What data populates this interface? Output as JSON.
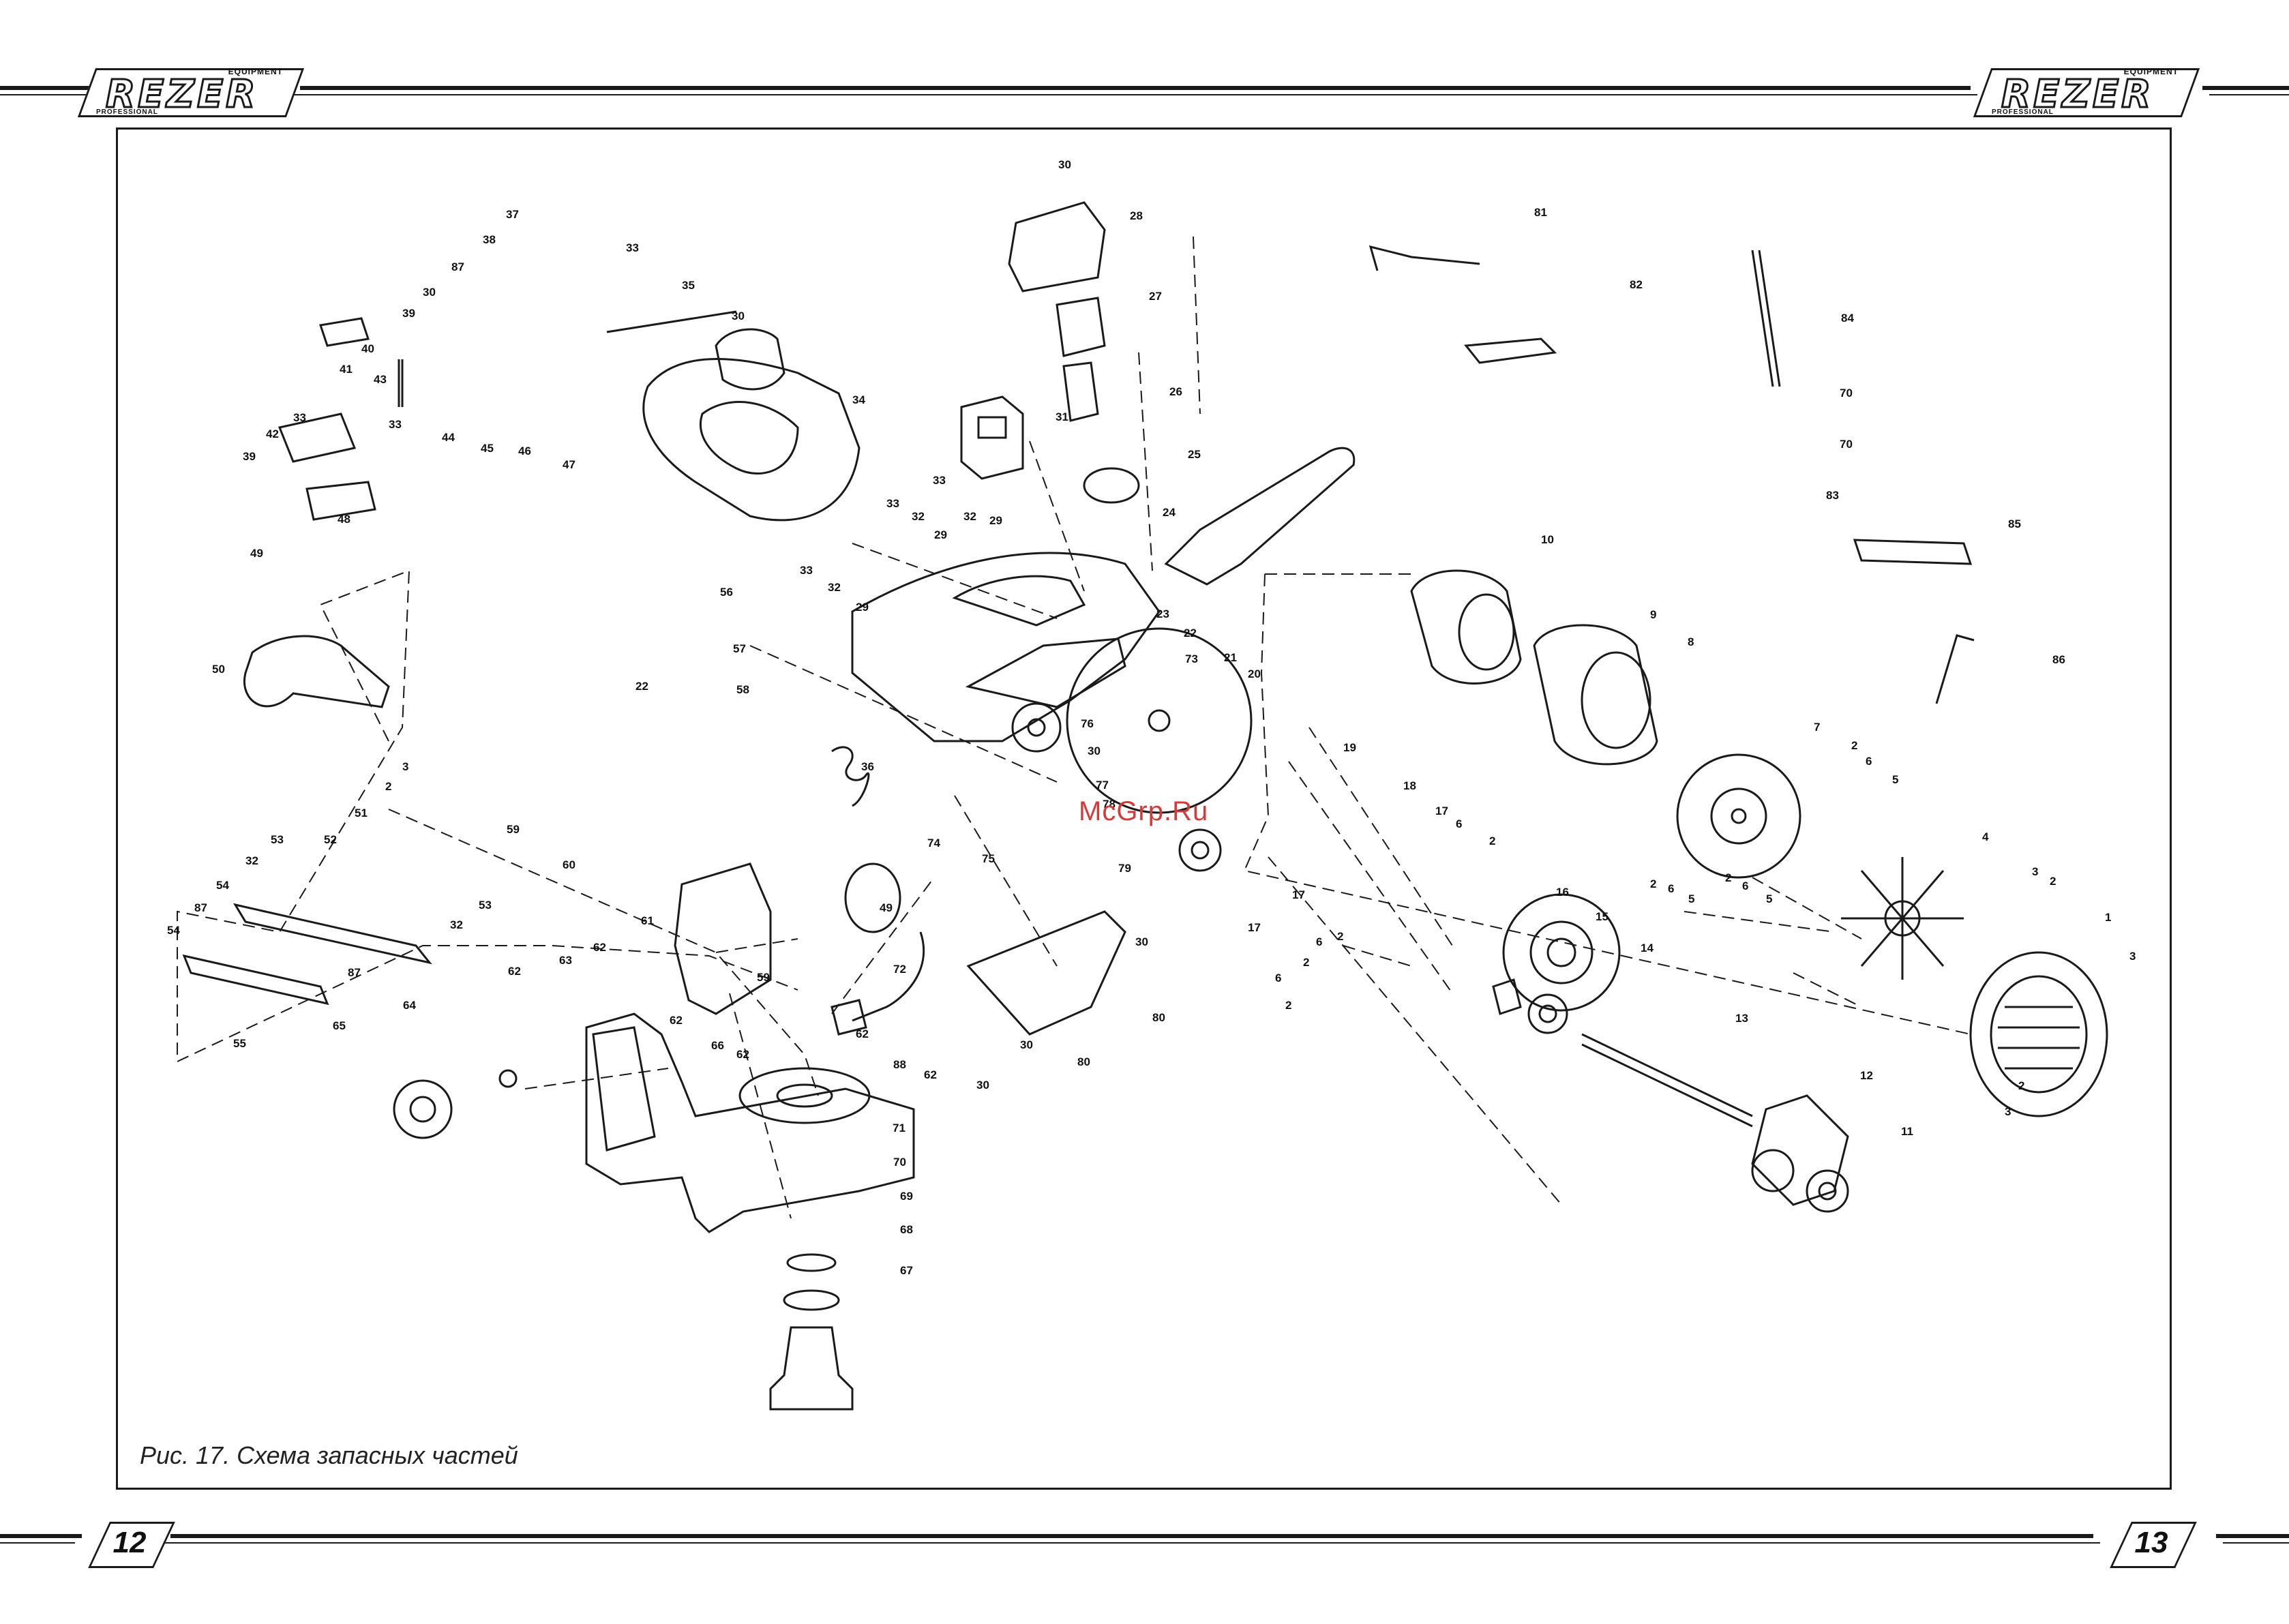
{
  "header": {
    "logo_left": {
      "word": "REZER",
      "top_text": "EQUIPMENT",
      "bottom_text": "PROFESSIONAL"
    },
    "logo_right": {
      "word": "REZER",
      "top_text": "EQUIPMENT",
      "bottom_text": "PROFESSIONAL"
    }
  },
  "figure": {
    "caption": "Рис. 17. Схема запасных частей",
    "watermark": "McGrp.Ru"
  },
  "footer": {
    "page_left": "12",
    "page_right": "13"
  },
  "parts": [
    {
      "id": "p1",
      "label": "1"
    },
    {
      "id": "p2a",
      "label": "2"
    },
    {
      "id": "p2b",
      "label": "2"
    },
    {
      "id": "p2c",
      "label": "2"
    },
    {
      "id": "p2d",
      "label": "2"
    },
    {
      "id": "p2e",
      "label": "2"
    },
    {
      "id": "p2f",
      "label": "2"
    },
    {
      "id": "p2g",
      "label": "2"
    },
    {
      "id": "p2h",
      "label": "2"
    },
    {
      "id": "p2i",
      "label": "2"
    },
    {
      "id": "p2j",
      "label": "2"
    },
    {
      "id": "p3a",
      "label": "3"
    },
    {
      "id": "p3b",
      "label": "3"
    },
    {
      "id": "p3c",
      "label": "3"
    },
    {
      "id": "p3d",
      "label": "3"
    },
    {
      "id": "p4",
      "label": "4"
    },
    {
      "id": "p5a",
      "label": "5"
    },
    {
      "id": "p5b",
      "label": "5"
    },
    {
      "id": "p5c",
      "label": "5"
    },
    {
      "id": "p6a",
      "label": "6"
    },
    {
      "id": "p6b",
      "label": "6"
    },
    {
      "id": "p6c",
      "label": "6"
    },
    {
      "id": "p6d",
      "label": "6"
    },
    {
      "id": "p6e",
      "label": "6"
    },
    {
      "id": "p6f",
      "label": "6"
    },
    {
      "id": "p7",
      "label": "7"
    },
    {
      "id": "p8",
      "label": "8"
    },
    {
      "id": "p9",
      "label": "9"
    },
    {
      "id": "p10",
      "label": "10"
    },
    {
      "id": "p11",
      "label": "11"
    },
    {
      "id": "p12",
      "label": "12"
    },
    {
      "id": "p13",
      "label": "13"
    },
    {
      "id": "p14",
      "label": "14"
    },
    {
      "id": "p15",
      "label": "15"
    },
    {
      "id": "p16",
      "label": "16"
    },
    {
      "id": "p17a",
      "label": "17"
    },
    {
      "id": "p17b",
      "label": "17"
    },
    {
      "id": "p17c",
      "label": "17"
    },
    {
      "id": "p18",
      "label": "18"
    },
    {
      "id": "p19",
      "label": "19"
    },
    {
      "id": "p20",
      "label": "20"
    },
    {
      "id": "p21",
      "label": "21"
    },
    {
      "id": "p22a",
      "label": "22"
    },
    {
      "id": "p22b",
      "label": "22"
    },
    {
      "id": "p23",
      "label": "23"
    },
    {
      "id": "p24",
      "label": "24"
    },
    {
      "id": "p25",
      "label": "25"
    },
    {
      "id": "p26",
      "label": "26"
    },
    {
      "id": "p27",
      "label": "27"
    },
    {
      "id": "p28",
      "label": "28"
    },
    {
      "id": "p29a",
      "label": "29"
    },
    {
      "id": "p29b",
      "label": "29"
    },
    {
      "id": "p29c",
      "label": "29"
    },
    {
      "id": "p30a",
      "label": "30"
    },
    {
      "id": "p30b",
      "label": "30"
    },
    {
      "id": "p30c",
      "label": "30"
    },
    {
      "id": "p30d",
      "label": "30"
    },
    {
      "id": "p30e",
      "label": "30"
    },
    {
      "id": "p30f",
      "label": "30"
    },
    {
      "id": "p30g",
      "label": "30"
    },
    {
      "id": "p31",
      "label": "31"
    },
    {
      "id": "p32a",
      "label": "32"
    },
    {
      "id": "p32b",
      "label": "32"
    },
    {
      "id": "p32c",
      "label": "32"
    },
    {
      "id": "p32d",
      "label": "32"
    },
    {
      "id": "p32e",
      "label": "32"
    },
    {
      "id": "p33a",
      "label": "33"
    },
    {
      "id": "p33b",
      "label": "33"
    },
    {
      "id": "p33c",
      "label": "33"
    },
    {
      "id": "p33d",
      "label": "33"
    },
    {
      "id": "p33e",
      "label": "33"
    },
    {
      "id": "p33f",
      "label": "33"
    },
    {
      "id": "p34",
      "label": "34"
    },
    {
      "id": "p35",
      "label": "35"
    },
    {
      "id": "p36",
      "label": "36"
    },
    {
      "id": "p37",
      "label": "37"
    },
    {
      "id": "p38",
      "label": "38"
    },
    {
      "id": "p39a",
      "label": "39"
    },
    {
      "id": "p39b",
      "label": "39"
    },
    {
      "id": "p40",
      "label": "40"
    },
    {
      "id": "p41",
      "label": "41"
    },
    {
      "id": "p42",
      "label": "42"
    },
    {
      "id": "p43",
      "label": "43"
    },
    {
      "id": "p44",
      "label": "44"
    },
    {
      "id": "p45",
      "label": "45"
    },
    {
      "id": "p46",
      "label": "46"
    },
    {
      "id": "p47",
      "label": "47"
    },
    {
      "id": "p48",
      "label": "48"
    },
    {
      "id": "p49a",
      "label": "49"
    },
    {
      "id": "p49b",
      "label": "49"
    },
    {
      "id": "p50",
      "label": "50"
    },
    {
      "id": "p51",
      "label": "51"
    },
    {
      "id": "p52",
      "label": "52"
    },
    {
      "id": "p53a",
      "label": "53"
    },
    {
      "id": "p53b",
      "label": "53"
    },
    {
      "id": "p54a",
      "label": "54"
    },
    {
      "id": "p54b",
      "label": "54"
    },
    {
      "id": "p55",
      "label": "55"
    },
    {
      "id": "p56",
      "label": "56"
    },
    {
      "id": "p57",
      "label": "57"
    },
    {
      "id": "p58",
      "label": "58"
    },
    {
      "id": "p59a",
      "label": "59"
    },
    {
      "id": "p59b",
      "label": "59"
    },
    {
      "id": "p60",
      "label": "60"
    },
    {
      "id": "p61",
      "label": "61"
    },
    {
      "id": "p62a",
      "label": "62"
    },
    {
      "id": "p62b",
      "label": "62"
    },
    {
      "id": "p62c",
      "label": "62"
    },
    {
      "id": "p62d",
      "label": "62"
    },
    {
      "id": "p62e",
      "label": "62"
    },
    {
      "id": "p62f",
      "label": "62"
    },
    {
      "id": "p63",
      "label": "63"
    },
    {
      "id": "p64",
      "label": "64"
    },
    {
      "id": "p65",
      "label": "65"
    },
    {
      "id": "p66",
      "label": "66"
    },
    {
      "id": "p67",
      "label": "67"
    },
    {
      "id": "p68",
      "label": "68"
    },
    {
      "id": "p69",
      "label": "69"
    },
    {
      "id": "p70a",
      "label": "70"
    },
    {
      "id": "p70b",
      "label": "70"
    },
    {
      "id": "p70c",
      "label": "70"
    },
    {
      "id": "p71",
      "label": "71"
    },
    {
      "id": "p72",
      "label": "72"
    },
    {
      "id": "p73",
      "label": "73"
    },
    {
      "id": "p74",
      "label": "74"
    },
    {
      "id": "p75",
      "label": "75"
    },
    {
      "id": "p76",
      "label": "76"
    },
    {
      "id": "p77",
      "label": "77"
    },
    {
      "id": "p78",
      "label": "78"
    },
    {
      "id": "p79",
      "label": "79"
    },
    {
      "id": "p80a",
      "label": "80"
    },
    {
      "id": "p80b",
      "label": "80"
    },
    {
      "id": "p81",
      "label": "81"
    },
    {
      "id": "p82",
      "label": "82"
    },
    {
      "id": "p83",
      "label": "83"
    },
    {
      "id": "p84",
      "label": "84"
    },
    {
      "id": "p85",
      "label": "85"
    },
    {
      "id": "p86",
      "label": "86"
    },
    {
      "id": "p87a",
      "label": "87"
    },
    {
      "id": "p87b",
      "label": "87"
    },
    {
      "id": "p87c",
      "label": "87"
    },
    {
      "id": "p88",
      "label": "88"
    }
  ]
}
